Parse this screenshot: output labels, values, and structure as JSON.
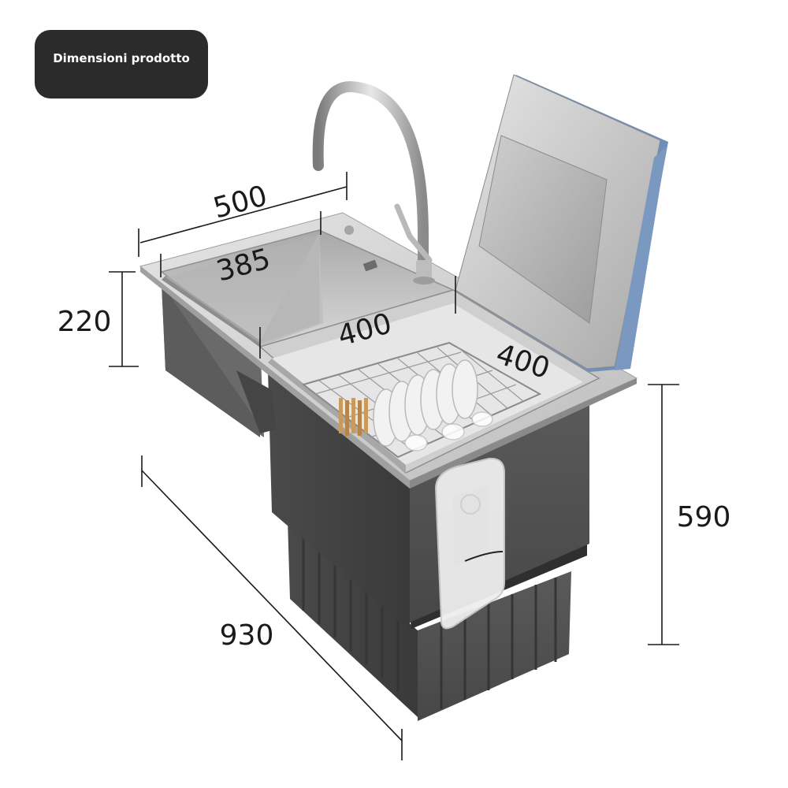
{
  "badge": {
    "label": "Dimensioni prodotto"
  },
  "dimensions": {
    "sink_width": "500",
    "basin_width": "385",
    "sink_depth": "220",
    "dishwasher_width": "400",
    "dishwasher_depth": "400",
    "cabinet_height": "590",
    "overall_length": "930"
  },
  "colors": {
    "steel_light": "#d9d9d9",
    "steel_mid": "#b5b5b5",
    "steel_dark": "#8e8e8e",
    "cabinet": "#505050",
    "cabinet_dark": "#3c3c3c",
    "lid_edge": "#6f8fb8",
    "dimension_line": "#1a1a1a"
  },
  "icons": {
    "faucet": "faucet-icon",
    "dish-rack": "dish-rack-icon",
    "detergent-tank": "detergent-tank-icon"
  }
}
